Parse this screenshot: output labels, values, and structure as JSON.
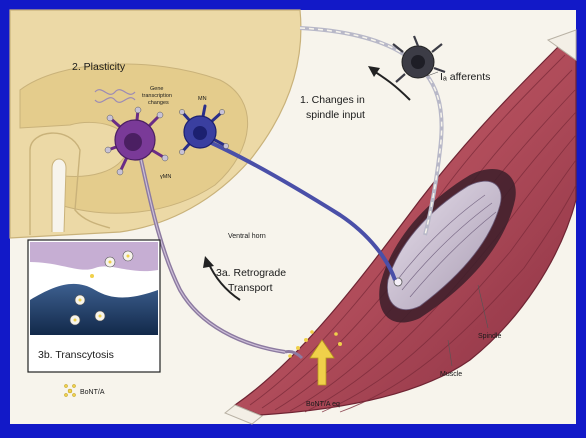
{
  "labels": {
    "plasticity": "2. Plasticity",
    "changes_line1": "1. Changes in",
    "changes_line2": "spindle input",
    "afferents": "Iₐ afferents",
    "ventral_horn": "Ventral horn",
    "retrograde_line1": "3a. Retrograde",
    "retrograde_line2": "Transport",
    "transcytosis": "3b. Transcytosis",
    "bont_legend": "BoNT/A",
    "bont_eq": "BoNT/A eq",
    "spindle": "Spindle",
    "muscle": "Muscle",
    "gene_line1": "Gene",
    "gene_line2": "transcription",
    "gene_line3": "changes",
    "mn_label": "MN",
    "gamma_label": "γMN"
  },
  "colors": {
    "background": "#1219c8",
    "panel": "#f7f4ec",
    "spinal_cord": "#ecd9a6",
    "muscle": "#b85a63",
    "muscle_dark": "#7d2c3b",
    "neuron_purple": "#6a2c86",
    "neuron_blue": "#2a2f8a",
    "inset_dark": "#1d3a5e",
    "toxin": "#f0d04a"
  }
}
